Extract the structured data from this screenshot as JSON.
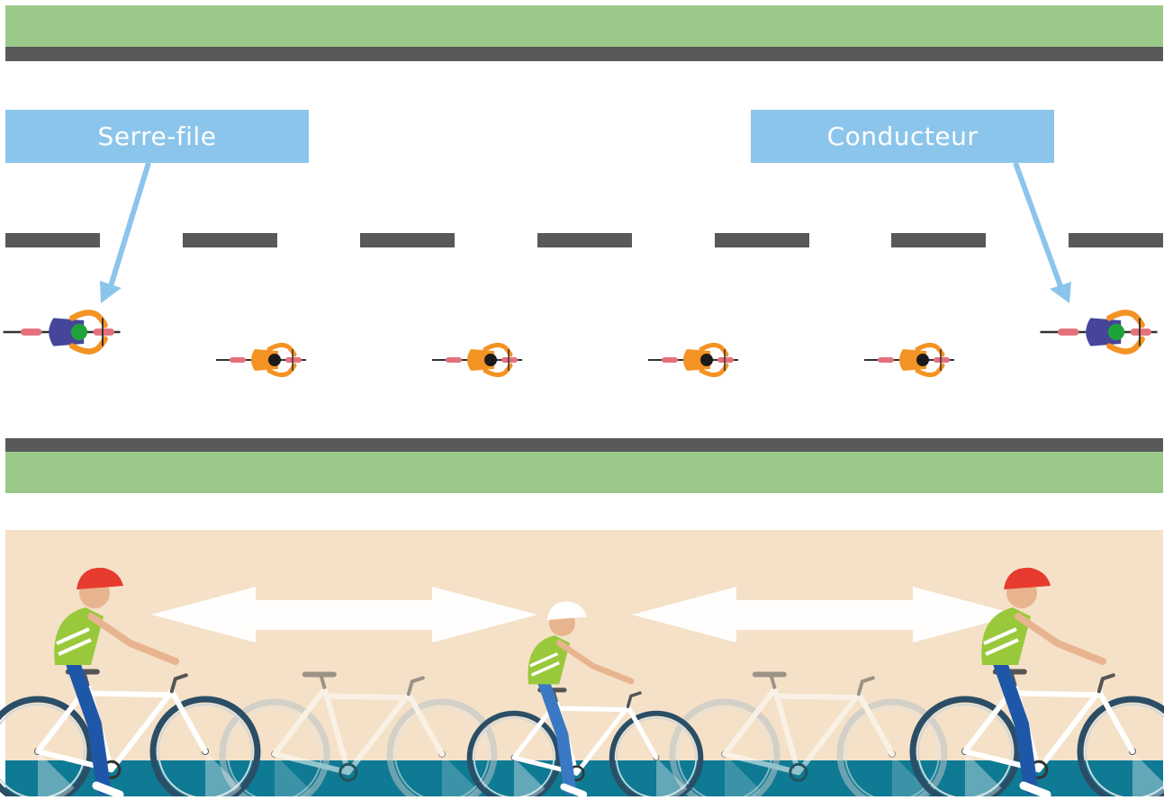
{
  "labels": {
    "rear": "Serre-file",
    "front": "Conducteur"
  },
  "colors": {
    "grass": "#9ac98a",
    "road_edge": "#595959",
    "label_bg": "#8cc5eb",
    "sand": "#f4e1c8",
    "ground": "#0e7a93",
    "adult_jersey": "#45469a",
    "adult_helmet": "#1ea33a",
    "child_jersey": "#f39324",
    "vest": "#99c93a",
    "helmet_red": "#e63b2e"
  },
  "roles": [
    "adult",
    "child",
    "child",
    "child",
    "child",
    "adult"
  ]
}
